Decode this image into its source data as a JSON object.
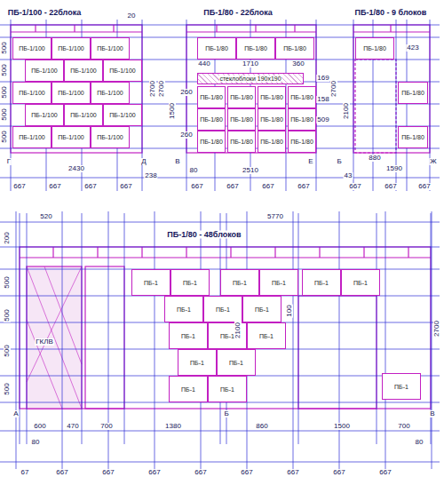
{
  "diagram": {
    "nodes": [
      {
        "text": [
          "ПБ-1/100"
        ]
      },
      {
        "text": [
          "ПБ-1/100"
        ]
      },
      {
        "text": [
          "ПБ-1/100"
        ]
      },
      {
        "text": [
          "ПБ-1/100"
        ]
      },
      {
        "text": [
          "ПБ-1/100"
        ]
      },
      {
        "text": [
          "ПБ-1/100"
        ]
      },
      {
        "text": [
          "ПБ-1/100"
        ]
      },
      {
        "text": [
          "ПБ-1/100"
        ]
      },
      {
        "text": [
          "ПБ-1/100"
        ]
      },
      {
        "text": [
          "ПБ-1/100"
        ]
      },
      {
        "text": [
          "ПБ-1/100"
        ]
      },
      {
        "text": [
          "ПБ-1/100"
        ]
      },
      {
        "text": [
          "ПБ-1/100"
        ]
      },
      {
        "text": [
          "ПБ-1/100"
        ]
      },
      {
        "text": [
          "ПБ-1/100"
        ]
      },
      {
        "text": [
          "ПБ-1/80"
        ]
      },
      {
        "text": [
          "ПБ-1/80"
        ]
      },
      {
        "text": [
          "ПБ-1/80"
        ]
      },
      {
        "text": [
          "стеклоблоки 190х190"
        ]
      },
      {
        "text": [
          "ПБ-1/80"
        ]
      },
      {
        "text": [
          "ПБ-1/80"
        ]
      },
      {
        "text": [
          "ПБ-1/80"
        ]
      },
      {
        "text": [
          "ПБ-1/80"
        ]
      },
      {
        "text": [
          "ПБ-1/80"
        ]
      },
      {
        "text": [
          "ПБ-1/80"
        ]
      },
      {
        "text": [
          "ПБ-1/80"
        ]
      },
      {
        "text": [
          "ПБ-1/80"
        ]
      },
      {
        "text": [
          "ПБ-1/80"
        ]
      },
      {
        "text": [
          "ПБ-1/80"
        ]
      },
      {
        "text": [
          "ПБ-1/80"
        ]
      },
      {
        "text": [
          "ПБ-1/80"
        ]
      },
      {
        "text": [
          "ПБ-1/80"
        ]
      },
      {
        "text": [
          "ПБ-1/80"
        ]
      },
      {
        "text": [
          "ПБ-1/80"
        ]
      },
      {
        "text": [
          "ПБ-1"
        ]
      },
      {
        "text": [
          "ПБ-1"
        ]
      },
      {
        "text": [
          "ПБ-1"
        ]
      },
      {
        "text": [
          "ПБ-1"
        ]
      },
      {
        "text": [
          "ПБ-1"
        ]
      },
      {
        "text": [
          "ПБ-1"
        ]
      },
      {
        "text": [
          "ПБ-1"
        ]
      },
      {
        "text": [
          "ПБ-1"
        ]
      },
      {
        "text": [
          "ПБ-1"
        ]
      },
      {
        "text": [
          "ПБ-1"
        ]
      },
      {
        "text": [
          "ПБ-1"
        ]
      },
      {
        "text": [
          "ПБ-1"
        ]
      },
      {
        "text": [
          "ПБ-1"
        ]
      },
      {
        "text": [
          "ПБ-1"
        ]
      },
      {
        "text": [
          "ПБ-1"
        ]
      },
      {
        "text": [
          "ПБ-1"
        ]
      },
      {
        "text": [
          "ПБ-1"
        ]
      }
    ],
    "labels": [
      "ПБ-1/100 - 22блока",
      "20",
      "500",
      "500",
      "500",
      "500",
      "500",
      "2700",
      "Г",
      "Д",
      "2430",
      "238",
      "667",
      "667",
      "667",
      "667",
      "ПБ-1/80 - 22блока",
      "440",
      "1710",
      "360",
      "2700",
      "1500",
      "169",
      "158",
      "509",
      "260",
      "260",
      "В",
      "Е",
      "80",
      "2510",
      "667",
      "667",
      "667",
      "667",
      "ПБ-1/80 - 9 блоков",
      "423",
      "2700",
      "2100",
      "Б",
      "Ж",
      "880",
      "1590",
      "43",
      "667",
      "667",
      "667",
      "ПБ-1/80 - 48блоков",
      "5770",
      "520",
      "200",
      "500",
      "500",
      "500",
      "500",
      "ГКЛВ",
      "2100",
      "100",
      "2700",
      "А",
      "Б",
      "В",
      "600",
      "470",
      "700",
      "1380",
      "860",
      "1500",
      "700",
      "80",
      "80",
      "67",
      "667",
      "667",
      "667",
      "667",
      "667",
      "667",
      "667",
      "667"
    ]
  }
}
